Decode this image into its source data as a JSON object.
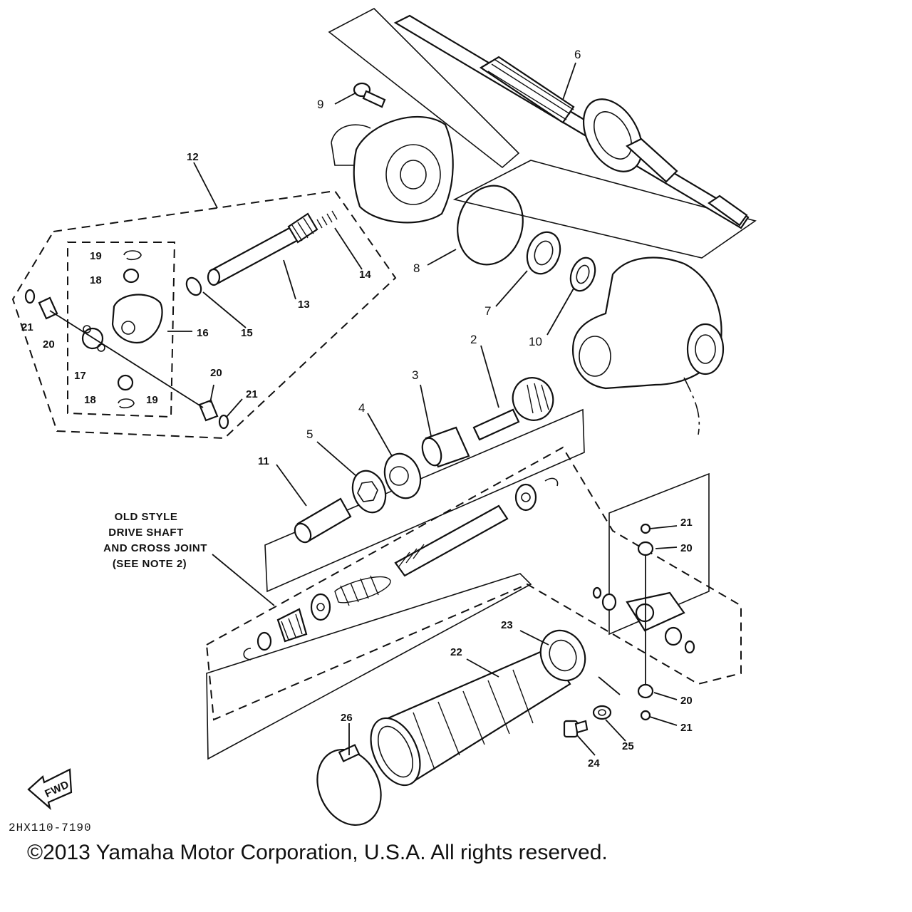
{
  "parts": [
    {
      "id": "2",
      "label": "2"
    },
    {
      "id": "3",
      "label": "3"
    },
    {
      "id": "4",
      "label": "4"
    },
    {
      "id": "5",
      "label": "5"
    },
    {
      "id": "6",
      "label": "6"
    },
    {
      "id": "7",
      "label": "7"
    },
    {
      "id": "8",
      "label": "8"
    },
    {
      "id": "9",
      "label": "9"
    },
    {
      "id": "10",
      "label": "10"
    },
    {
      "id": "11",
      "label": "11"
    },
    {
      "id": "12",
      "label": "12"
    },
    {
      "id": "13",
      "label": "13"
    },
    {
      "id": "14",
      "label": "14"
    },
    {
      "id": "15",
      "label": "15"
    },
    {
      "id": "16",
      "label": "16"
    },
    {
      "id": "17",
      "label": "17"
    },
    {
      "id": "18a",
      "label": "18"
    },
    {
      "id": "18b",
      "label": "18"
    },
    {
      "id": "19a",
      "label": "19"
    },
    {
      "id": "19b",
      "label": "19"
    },
    {
      "id": "20a",
      "label": "20"
    },
    {
      "id": "20b",
      "label": "20"
    },
    {
      "id": "20c",
      "label": "20"
    },
    {
      "id": "20d",
      "label": "20"
    },
    {
      "id": "21a",
      "label": "21"
    },
    {
      "id": "21b",
      "label": "21"
    },
    {
      "id": "21c",
      "label": "21"
    },
    {
      "id": "21d",
      "label": "21"
    },
    {
      "id": "22",
      "label": "22"
    },
    {
      "id": "23",
      "label": "23"
    },
    {
      "id": "24",
      "label": "24"
    },
    {
      "id": "25",
      "label": "25"
    },
    {
      "id": "26",
      "label": "26"
    }
  ],
  "note": {
    "lines": [
      "OLD STYLE",
      "DRIVE SHAFT",
      "AND CROSS JOINT",
      "(SEE NOTE 2)"
    ]
  },
  "fwd_label": "FWD",
  "diagram_code": "2HX110-7190",
  "copyright": "©2013 Yamaha Motor Corporation, U.S.A. All rights reserved."
}
